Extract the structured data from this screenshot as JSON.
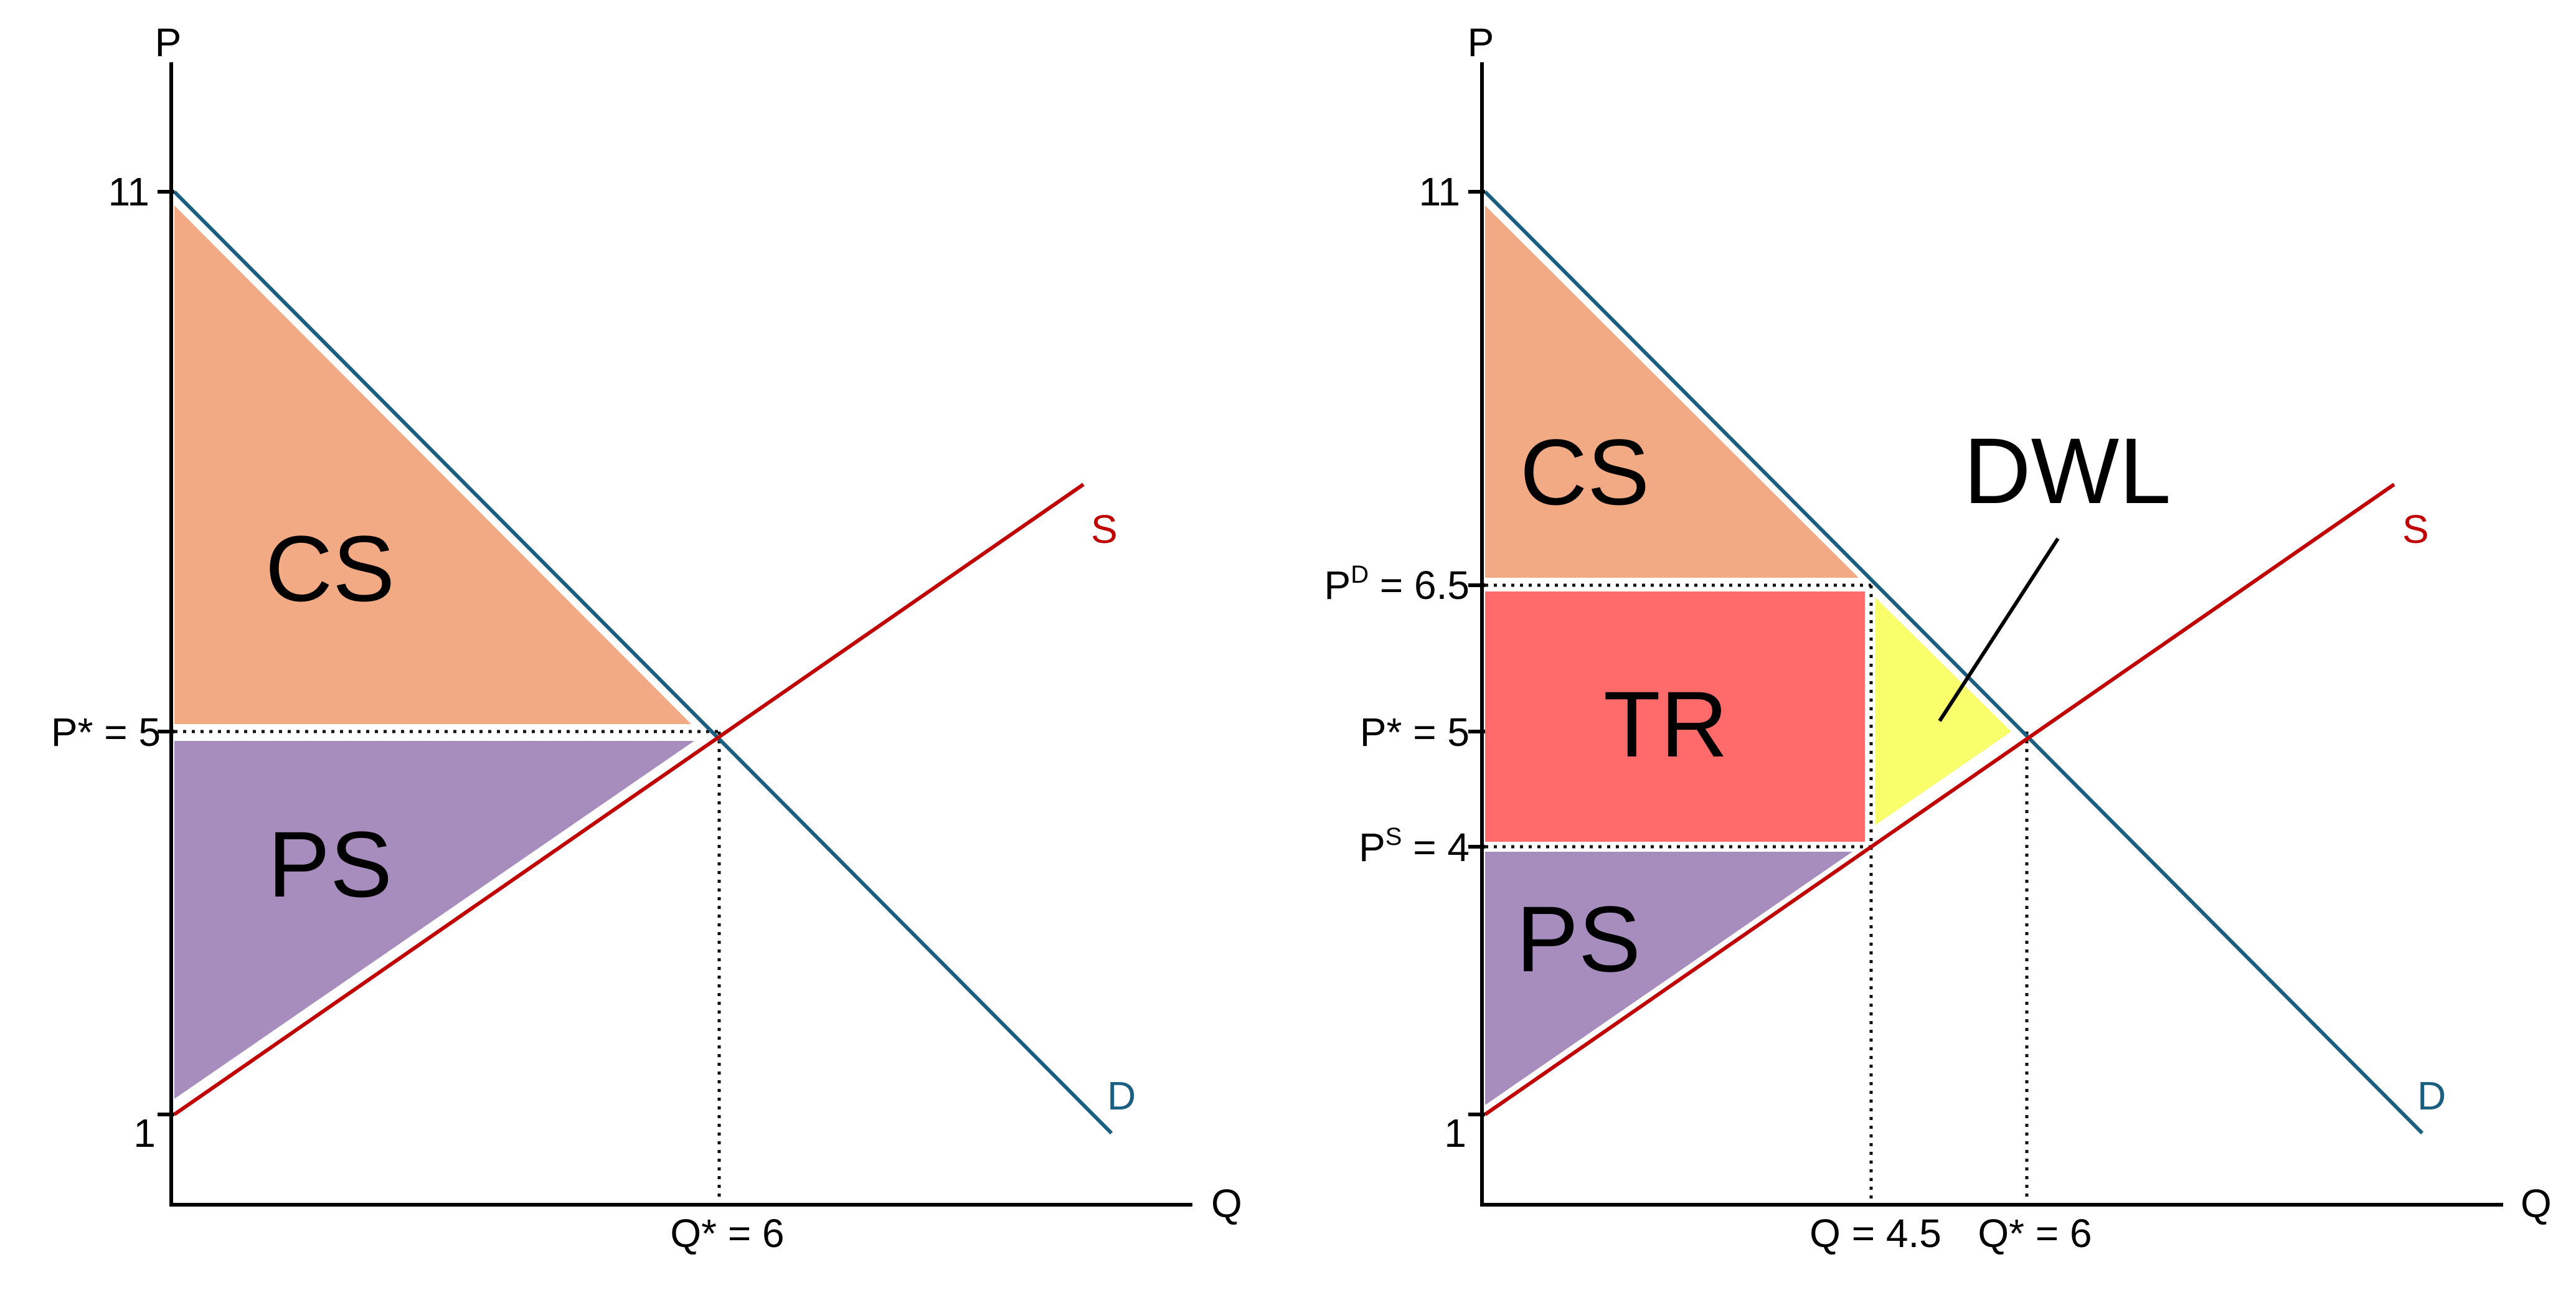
{
  "colors": {
    "cs": "#F2AA84",
    "ps": "#A68DBD",
    "tr": "#FF6B6B",
    "dwl": "#F8FF6A",
    "supply": "#C00000",
    "demand": "#1A5E82"
  },
  "left_panel": {
    "p_axis": "P",
    "q_axis": "Q",
    "tick_11": "11",
    "tick_1": "1",
    "p_star": "P* = 5",
    "q_star": "Q* = 6",
    "supply_label": "S",
    "demand_label": "D",
    "cs": "CS",
    "ps": "PS"
  },
  "right_panel": {
    "p_axis": "P",
    "q_axis": "Q",
    "tick_11": "11",
    "tick_1": "1",
    "pd_base": "P",
    "pd_sup": "D",
    "pd_value": " = 6.5",
    "p_star": "P* = 5",
    "ps_base": "P",
    "ps_sup": "S",
    "ps_value": " = 4",
    "q_tax": "Q = 4.5",
    "q_star": "Q* = 6",
    "supply_label": "S",
    "demand_label": "D",
    "cs": "CS",
    "tr": "TR",
    "ps": "PS",
    "dwl": "DWL"
  }
}
